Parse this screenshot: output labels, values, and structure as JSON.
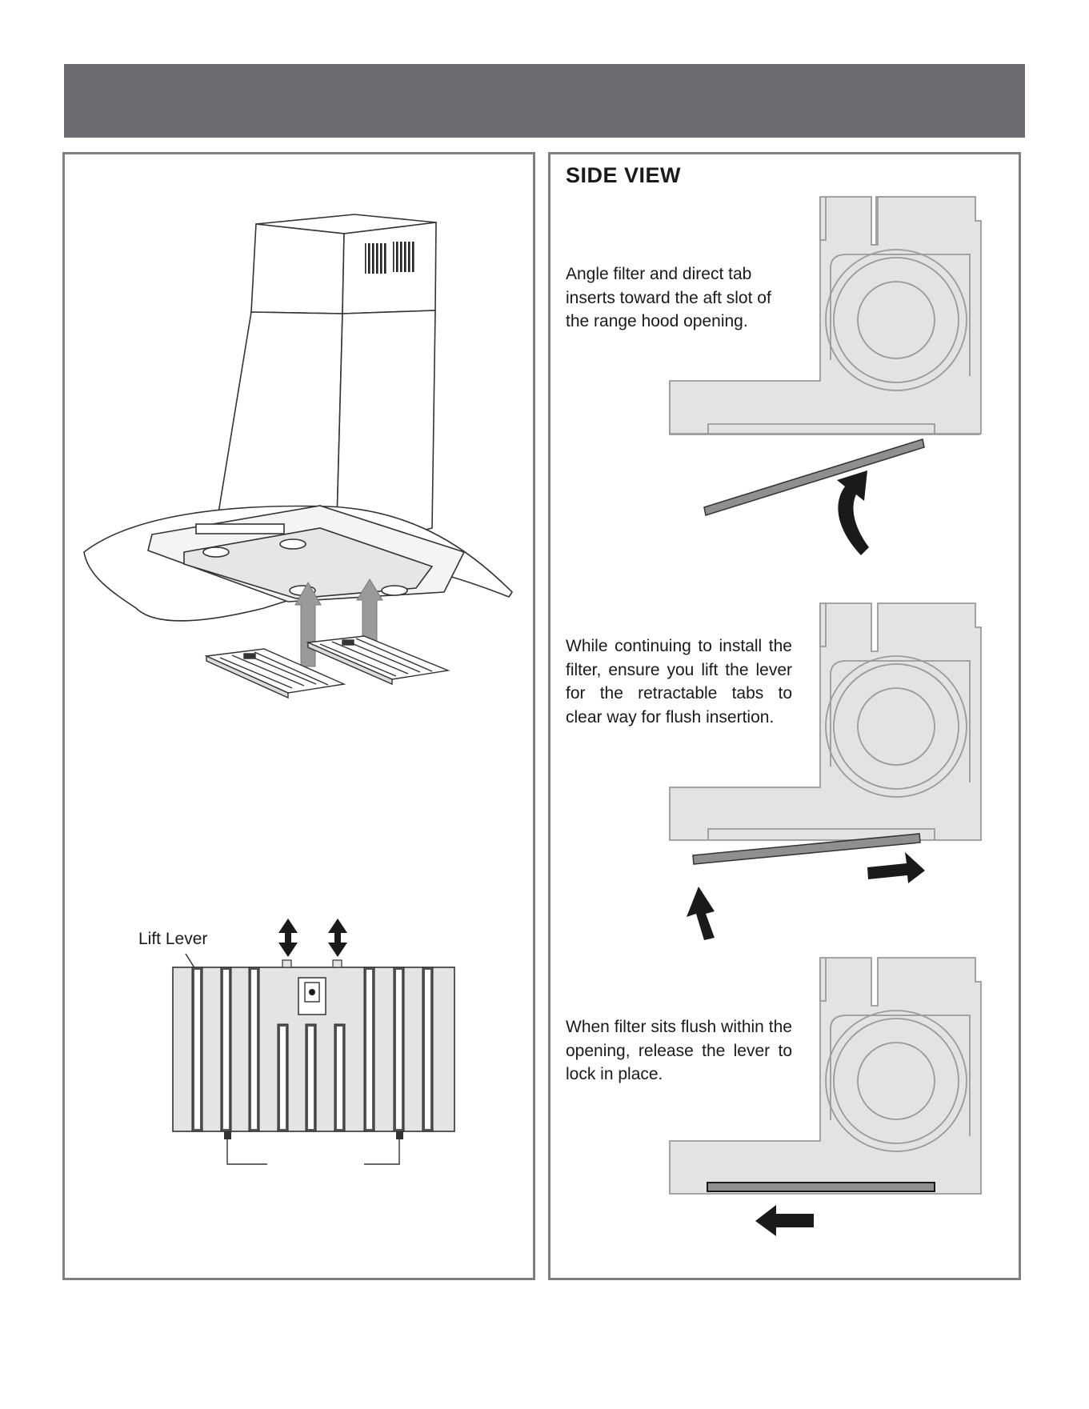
{
  "side_view": {
    "title": "SIDE VIEW",
    "steps": [
      "Angle filter and direct tab inserts toward the aft slot of the range hood opening.",
      "While continuing to install the filter, ensure you lift the lever for the retractable tabs to clear way for flush insertion.",
      "When filter sits flush within the opening, release the lever to lock in place."
    ]
  },
  "filter_detail": {
    "lever_label": "Lift Lever"
  },
  "colors": {
    "header_band": "#6a6c70",
    "panel_border": "#808080",
    "hood_body": "#e3e3e3",
    "filter_bar": "#8f8f8f",
    "arrow": "#1a1a1a"
  }
}
